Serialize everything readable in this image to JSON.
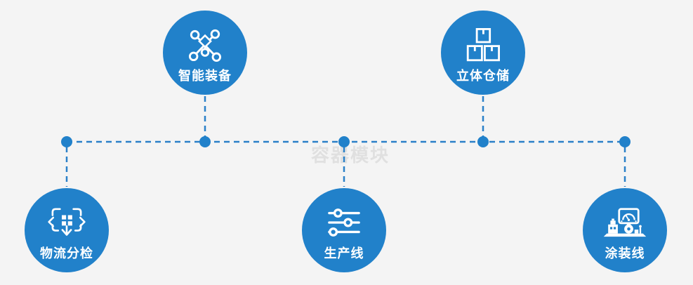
{
  "canvas": {
    "watermark_text": "容器模块",
    "background_color": "#f4f4f4",
    "watermark_color": "#e0e0e0"
  },
  "theme": {
    "accent_blue": "#2181ca",
    "connector_blue": "#2a80c8",
    "icon_color": "#ffffff",
    "label_color": "#ffffff"
  },
  "nodes": [
    {
      "id": "smart-equipment",
      "label": "智能装备",
      "icon": "network-nodes-icon",
      "position": "top-left"
    },
    {
      "id": "vertical-warehouse",
      "label": "立体仓储",
      "icon": "stacked-boxes-icon",
      "position": "top-right"
    },
    {
      "id": "logistics-sorting",
      "label": "物流分检",
      "icon": "sorting-arrows-icon",
      "position": "bottom-left"
    },
    {
      "id": "production-line",
      "label": "生产线",
      "icon": "sliders-icon",
      "position": "bottom-center"
    },
    {
      "id": "painting-line",
      "label": "涂装线",
      "icon": "machine-monitor-icon",
      "position": "bottom-right"
    }
  ]
}
